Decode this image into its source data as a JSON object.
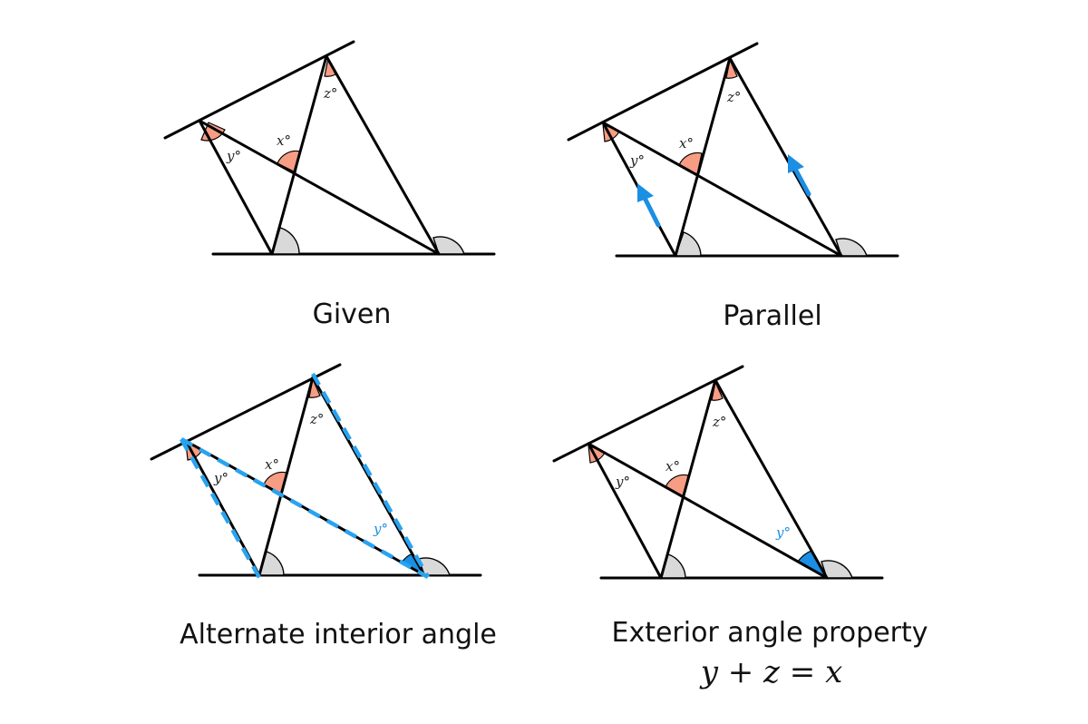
{
  "panels": [
    {
      "caption": "Given"
    },
    {
      "caption": "Parallel"
    },
    {
      "caption": "Alternate interior angle"
    },
    {
      "caption": "Exterior angle property"
    }
  ],
  "labels": {
    "x": "x°",
    "y": "y°",
    "z": "z°"
  },
  "equation": "y + z = x",
  "colors": {
    "angle_red": "#f79d84",
    "angle_gray": "#d9d9d9",
    "highlight_blue": "#1a8fe3"
  }
}
